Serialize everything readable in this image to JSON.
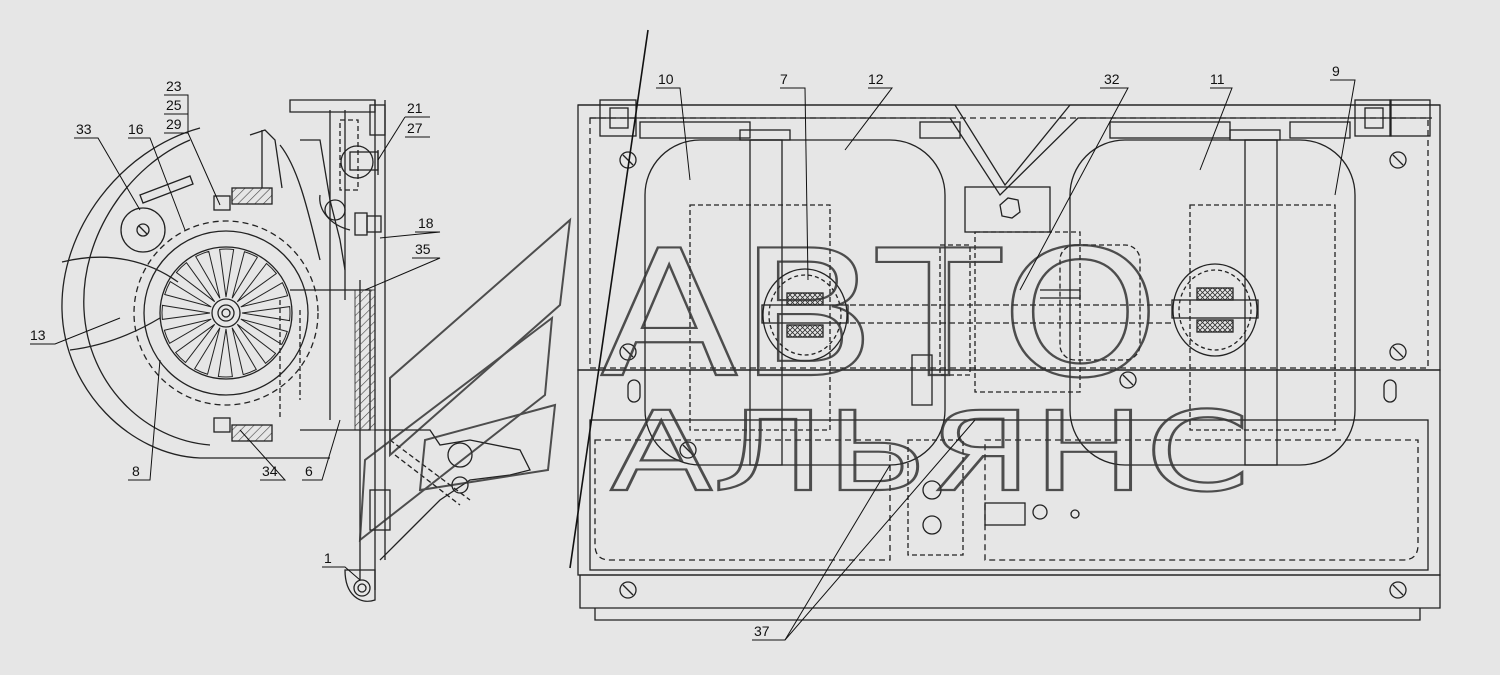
{
  "labels": {
    "l1": "1",
    "l6": "6",
    "l7": "7",
    "l8": "8",
    "l9": "9",
    "l10": "10",
    "l11": "11",
    "l12": "12",
    "l13": "13",
    "l16": "16",
    "l18": "18",
    "l21": "21",
    "l23": "23",
    "l25": "25",
    "l27": "27",
    "l29": "29",
    "l32": "32",
    "l33": "33",
    "l34": "34",
    "l35": "35",
    "l37": "37"
  },
  "watermark": {
    "line1": "АВТО",
    "line2": "АЛЬЯНС"
  },
  "colors": {
    "background": "#e6e6e6",
    "line": "#222222",
    "hatch": "#555555"
  }
}
